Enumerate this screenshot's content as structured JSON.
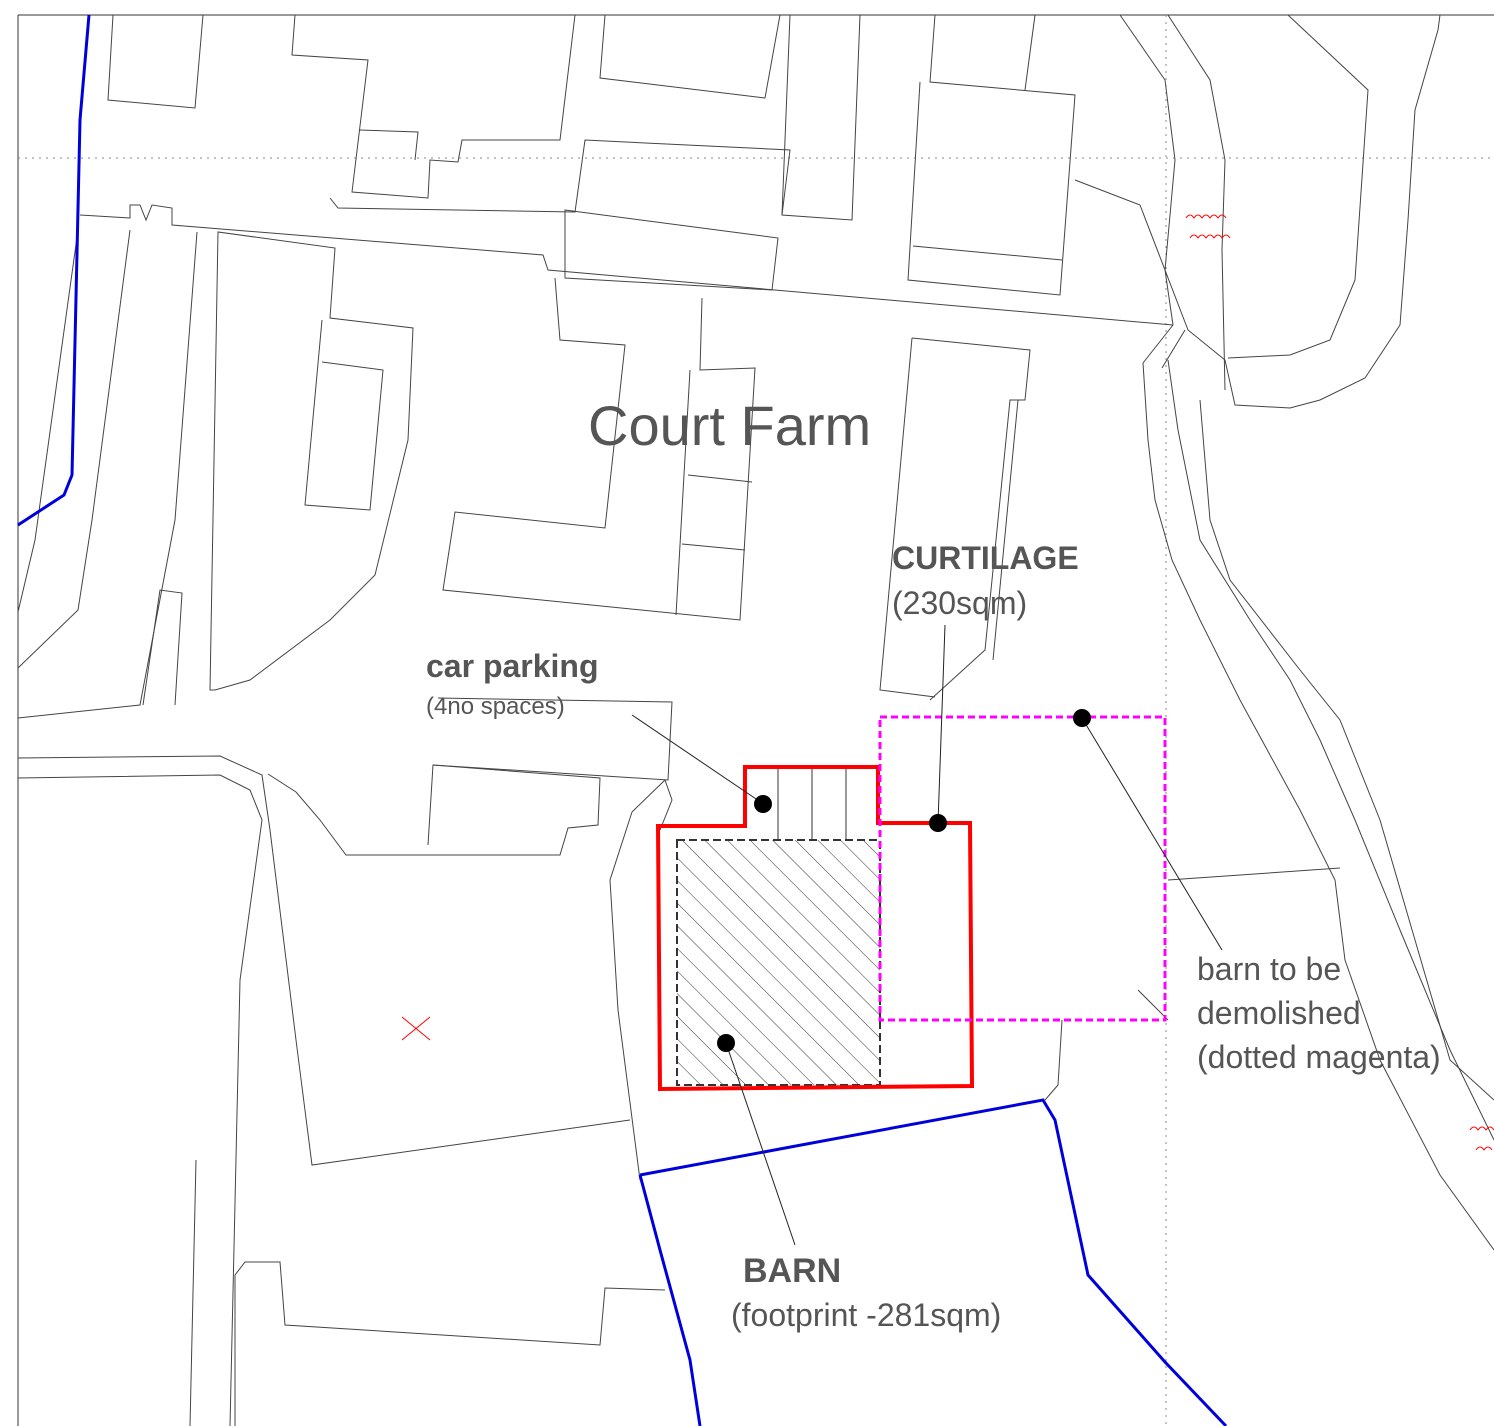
{
  "map": {
    "place_name": "Court Farm",
    "curtilage": {
      "title": "CURTILAGE",
      "area": "(230sqm)"
    },
    "car_parking": {
      "title": "car parking",
      "detail": "(4no spaces)"
    },
    "barn": {
      "title": "BARN",
      "detail": "(footprint -281sqm)"
    },
    "demolish": {
      "line1": "barn to be",
      "line2": "demolished",
      "line3": "(dotted magenta)"
    }
  },
  "colors": {
    "boundary_red": "#ff0000",
    "demolish_magenta": "#ff00ff",
    "ownership_blue": "#0000dd",
    "base_line": "#444444",
    "label_text": "#555555"
  }
}
